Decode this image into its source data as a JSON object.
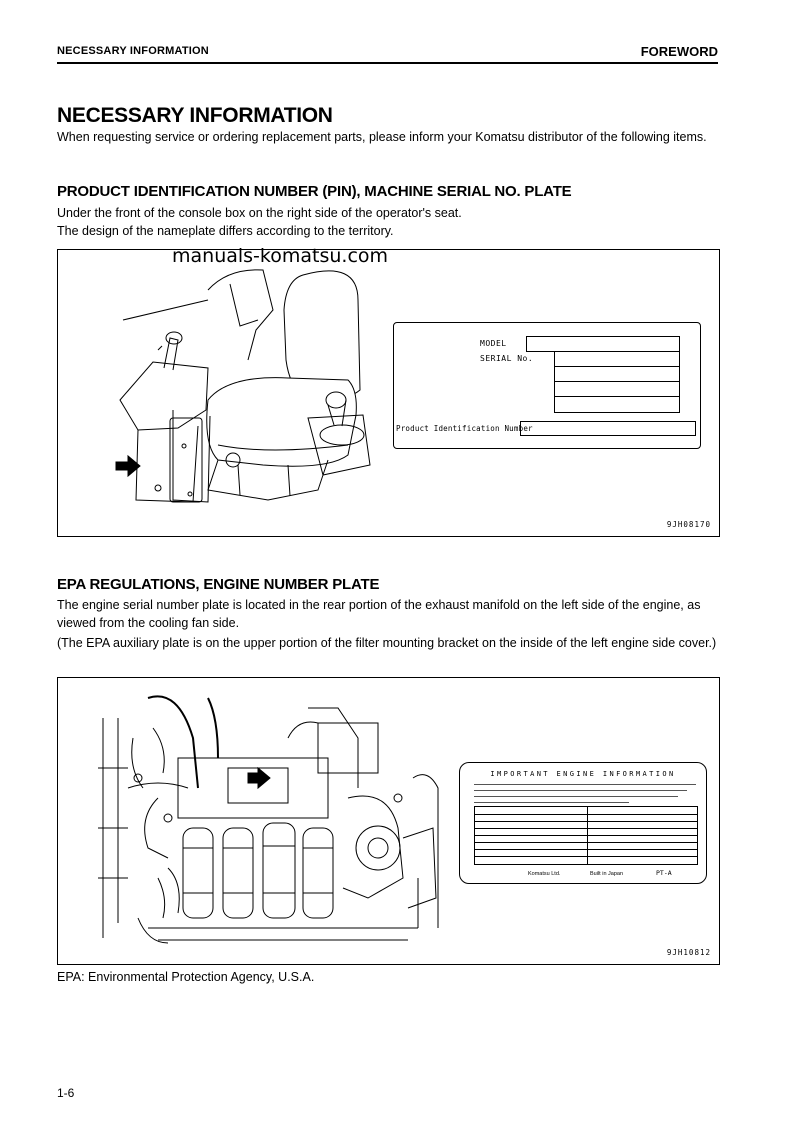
{
  "header": {
    "section": "NECESSARY INFORMATION",
    "chapter": "FOREWORD"
  },
  "title": "NECESSARY INFORMATION",
  "intro": "When requesting service or ordering replacement parts, please inform your Komatsu distributor of the following items.",
  "pin_section": {
    "heading": "PRODUCT IDENTIFICATION NUMBER (PIN), MACHINE SERIAL NO. PLATE",
    "line1": "Under the front of the console box on the right side of the operator's seat.",
    "line2": "The design of the nameplate differs according to the territory.",
    "watermark": "manuals-komatsu.com",
    "plate": {
      "model_label": "MODEL",
      "serial_label": "SERIAL No.",
      "pin_label": "Product Identification Number"
    },
    "figure_code": "9JH08170"
  },
  "epa_section": {
    "heading": "EPA REGULATIONS, ENGINE NUMBER PLATE",
    "line1": "The engine serial number plate is located in the rear portion of the exhaust manifold on the left side of the engine, as viewed from the cooling fan side.",
    "line2": "(The EPA auxiliary plate is on the upper portion of the filter mounting bracket on the inside of the left engine side cover.)",
    "plate": {
      "title": "IMPORTANT ENGINE INFORMATION",
      "pt": "PT-A",
      "maker": "Komatsu Ltd.",
      "made_in": "Built in Japan"
    },
    "figure_code": "9JH10812"
  },
  "epa_note": "EPA: Environmental Protection Agency, U.S.A.",
  "page_number": "1-6"
}
